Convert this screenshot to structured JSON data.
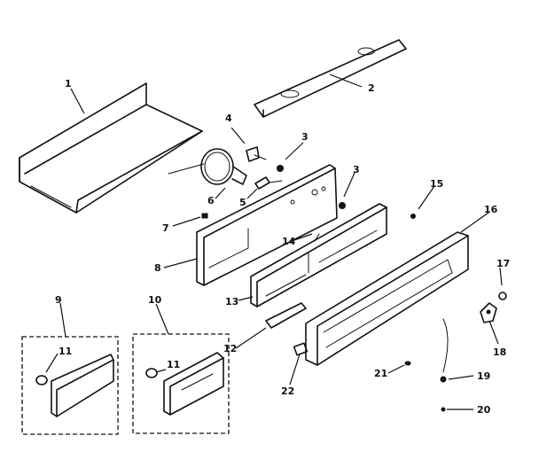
{
  "callouts": [
    "1",
    "2",
    "3",
    "3",
    "4",
    "5",
    "6",
    "7",
    "8",
    "9",
    "10",
    "11",
    "11",
    "12",
    "13",
    "14",
    "15",
    "16",
    "17",
    "18",
    "19",
    "20",
    "21",
    "22"
  ],
  "icons": [
    "arrow-icon",
    "screw-icon",
    "knob-icon",
    "clip-icon"
  ]
}
